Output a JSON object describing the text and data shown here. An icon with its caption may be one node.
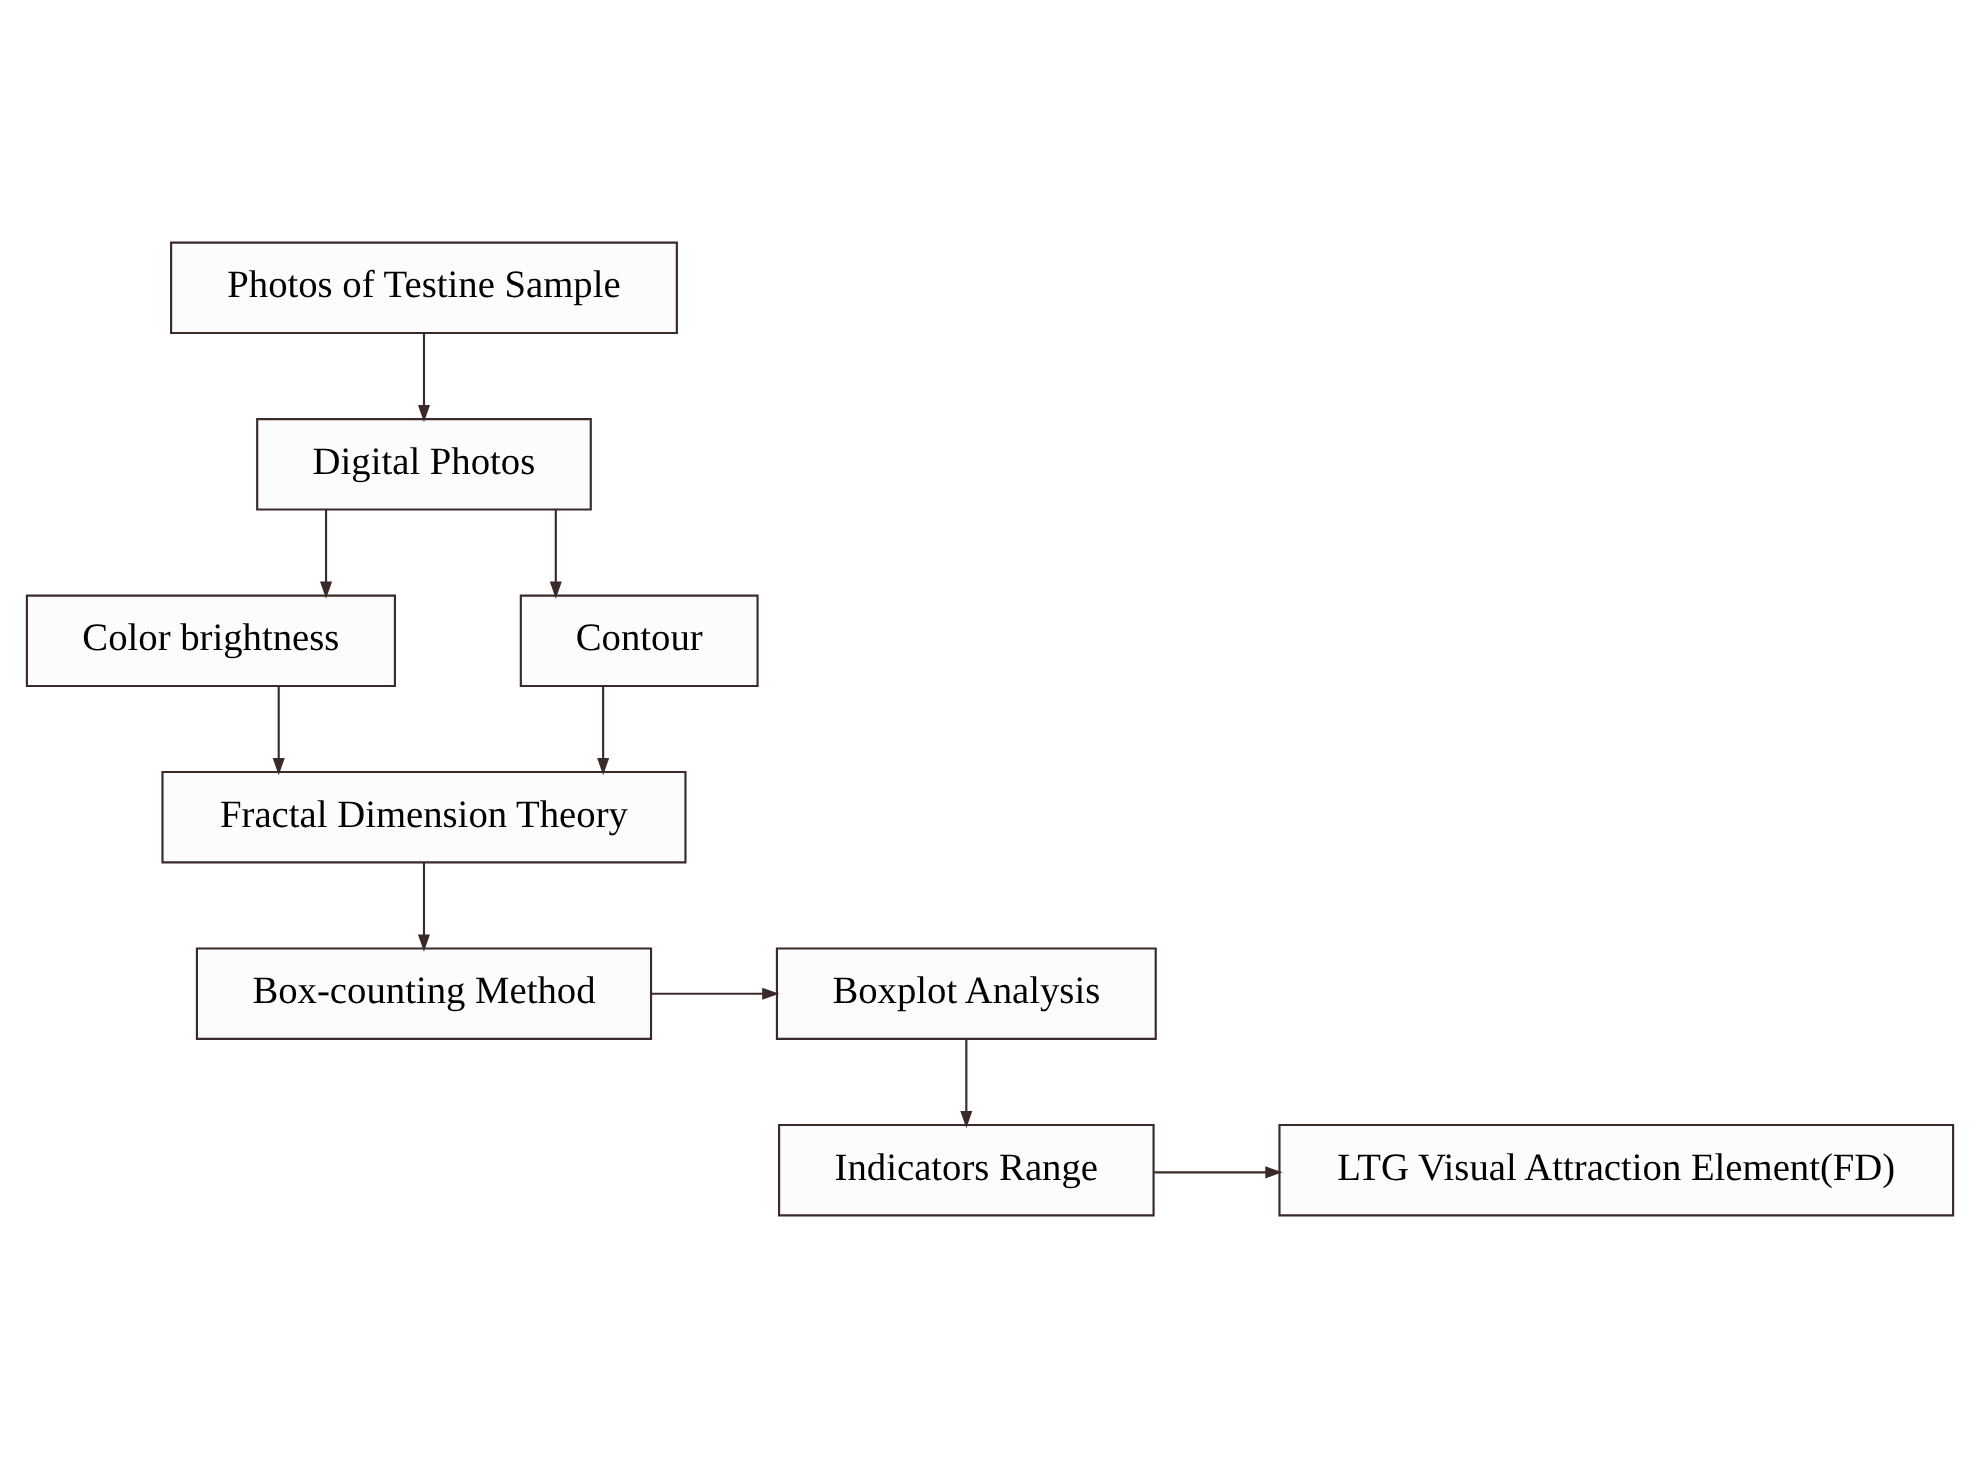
{
  "diagram": {
    "nodes": [
      {
        "text": [
          "Photos of Testine Sample"
        ]
      },
      {
        "text": [
          "Digital Photos"
        ]
      },
      {
        "text": [
          "Color brightness"
        ]
      },
      {
        "text": [
          "Contour"
        ]
      },
      {
        "text": [
          "Fractal Dimension Theory"
        ]
      },
      {
        "text": [
          "Box-counting Method"
        ]
      },
      {
        "text": [
          "Boxplot Analysis"
        ]
      },
      {
        "text": [
          "Indicators Range"
        ]
      },
      {
        "text": [
          "LTG Visual Attraction Element(FD)"
        ]
      }
    ],
    "edges": [
      {
        "from": 0,
        "to": 1,
        "arrow": "to"
      },
      {
        "from": 1,
        "to": 2,
        "arrow": "to"
      },
      {
        "from": 1,
        "to": 3,
        "arrow": "to"
      },
      {
        "from": 2,
        "to": 4,
        "arrow": "to"
      },
      {
        "from": 3,
        "to": 4,
        "arrow": "to"
      },
      {
        "from": 4,
        "to": 5,
        "arrow": "to"
      },
      {
        "from": 5,
        "to": 6,
        "arrow": "to"
      },
      {
        "from": 6,
        "to": 7,
        "arrow": "to"
      },
      {
        "from": 7,
        "to": 8,
        "arrow": "to"
      }
    ]
  }
}
